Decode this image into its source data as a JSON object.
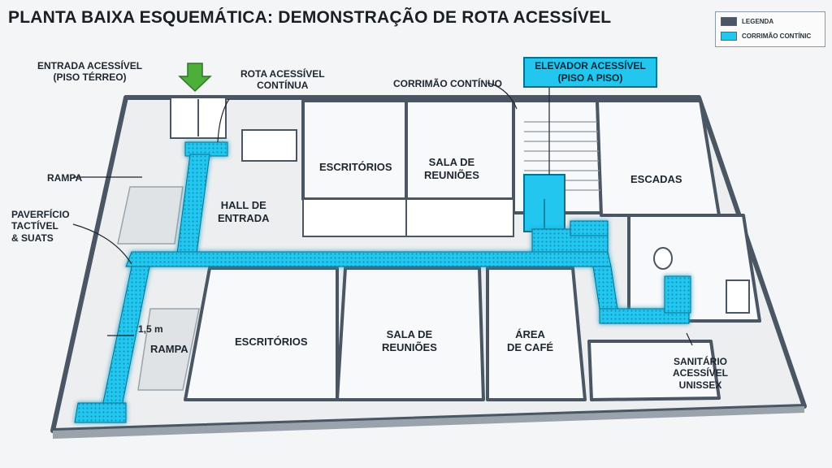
{
  "title": "PLANTA BAIXA ESQUEMÁTICA: DEMONSTRAÇÃO DE ROTA ACESSÍVEL",
  "legend": [
    {
      "label": "LEGENDA",
      "color": "#4a5663"
    },
    {
      "label": "CORRIMÃO CONTÍNIC",
      "color": "#22c6ee"
    }
  ],
  "callouts": {
    "entrance": [
      "ENTRADA ACESSÍVEL",
      "(PISO TÉRREO)"
    ],
    "route": [
      "ROTA ACESSÍVEL",
      "CONTÍNUA"
    ],
    "handrail": "CORRIMÃO CONTÍNUO",
    "elevator": [
      "ELEVADOR ACESSÍVEL",
      "(PISO A PISO)"
    ],
    "ramp_top": "RAMPA",
    "tactile": [
      "PAVERFÍCIO",
      "TACTÍVEL",
      "& SUATS"
    ],
    "width": "1,5 m",
    "ramp_bottom": "RAMPA",
    "restroom": [
      "SANITÁRIO",
      "ACESSÍVEL",
      "UNISSEX"
    ]
  },
  "rooms": {
    "offices_top": "ESCRITÓRIOS",
    "meeting_top": [
      "SALA DE",
      "REUNIÕES"
    ],
    "hall": [
      "HALL DE",
      "ENTRADA"
    ],
    "stairs": "ESCADAS",
    "offices_bottom": "ESCRITÓRIOS",
    "meeting_bottom": [
      "SALA DE",
      "REUNIÕES"
    ],
    "cafe": [
      "ÁREA",
      "DE CAFÉ"
    ]
  },
  "colors": {
    "route": "#22c6ee",
    "wall": "#4a5663",
    "arrow": "#4caf3a",
    "floor": "#eceef0"
  }
}
